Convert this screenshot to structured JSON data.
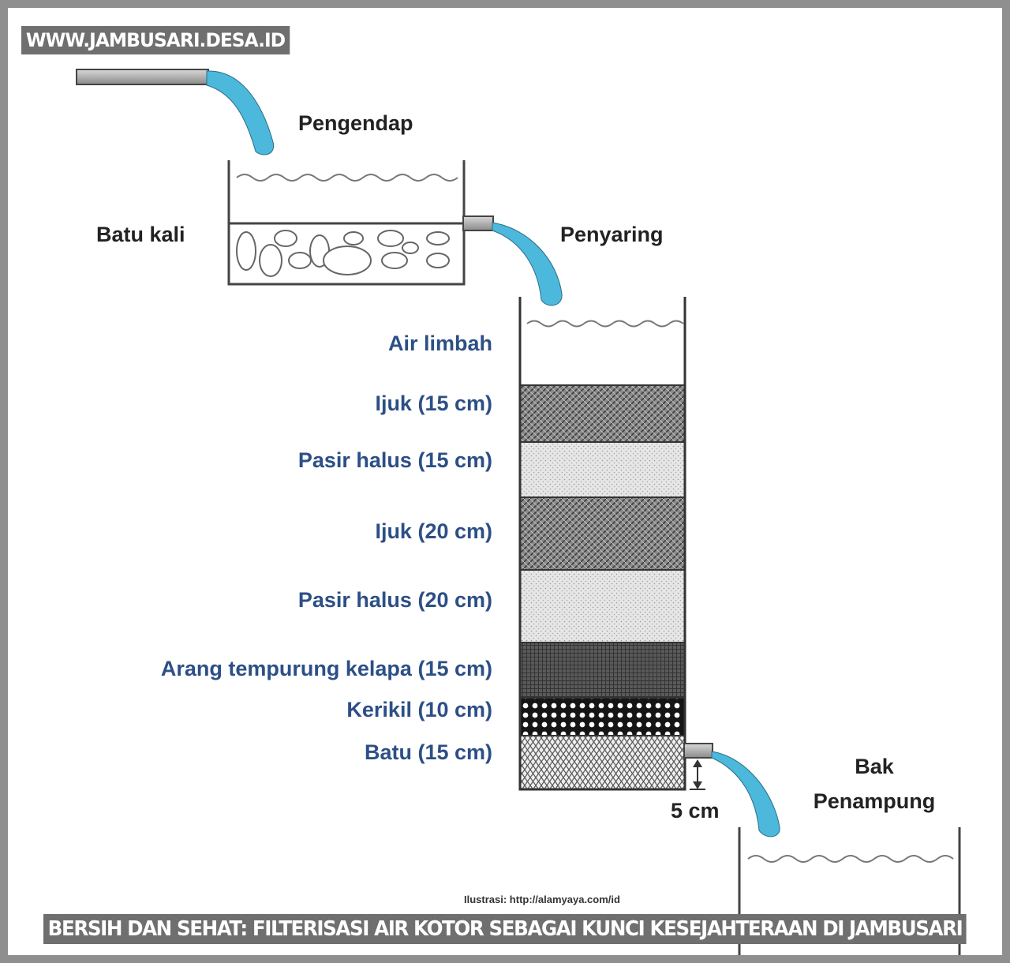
{
  "watermark": "WWW.JAMBUSARI.DESA.ID",
  "title": "BERSIH DAN SEHAT: FILTERISASI AIR KOTOR SEBAGAI KUNCI KESEJAHTERAAN DI JAMBUSARI",
  "diagram": {
    "settler": {
      "label": "Pengendap",
      "stones_label": "Batu kali"
    },
    "filter": {
      "label": "Penyaring",
      "layers": [
        {
          "label": "Air  limbah",
          "pattern": "water"
        },
        {
          "label": "Ijuk (15 cm)",
          "pattern": "ijuk"
        },
        {
          "label": "Pasir  halus (15 cm)",
          "pattern": "sand"
        },
        {
          "label": "Ijuk (20 cm)",
          "pattern": "ijuk"
        },
        {
          "label": "Pasir  halus (20 cm)",
          "pattern": "sand"
        },
        {
          "label": "Arang tempurung kelapa (15 cm)",
          "pattern": "charcoal"
        },
        {
          "label": "Kerikil (10 cm)",
          "pattern": "gravel"
        },
        {
          "label": "Batu (15 cm)",
          "pattern": "stone"
        }
      ],
      "outlet_gap": "5 cm"
    },
    "reservoir": {
      "label_line1": "Bak",
      "label_line2": "Penampung"
    },
    "credit": "Ilustrasi: http://alamyaya.com/id"
  },
  "colors": {
    "water": "#4cb8dc",
    "label_blue": "#2c4f86",
    "banner": "#6f6f6f",
    "frame": "#8f8f8f"
  }
}
